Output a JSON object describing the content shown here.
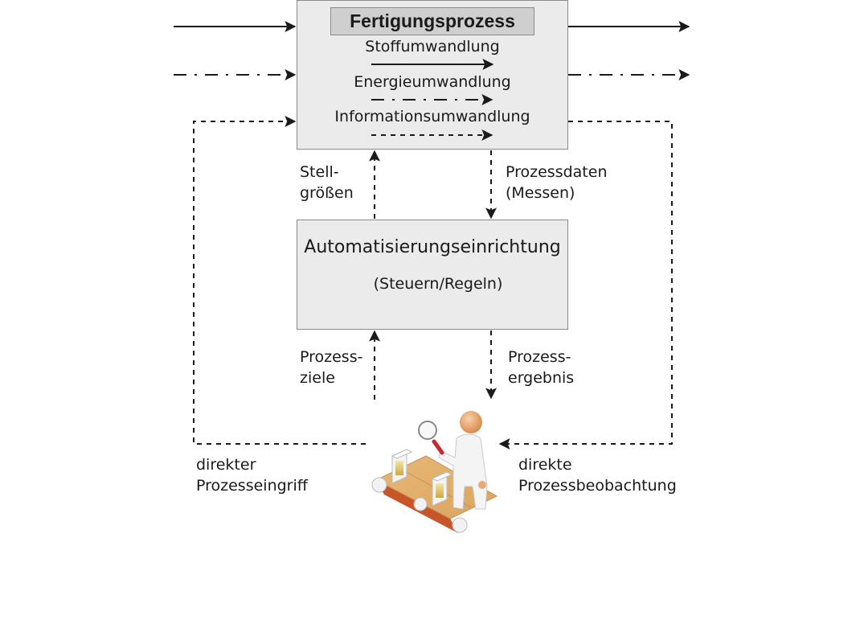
{
  "process": {
    "title": "Fertigungsprozess",
    "transformations": [
      {
        "label": "Stoffumwandlung",
        "line_style": "solid"
      },
      {
        "label": "Energieumwandlung",
        "line_style": "dash-dot"
      },
      {
        "label": "Informationsumwandlung",
        "line_style": "dashed"
      }
    ]
  },
  "automation": {
    "title": "Automatisierungseinrichtung",
    "subtitle": "(Steuern/Regeln)"
  },
  "labels": {
    "stellgroessen": "Stell-\ngrößen",
    "prozessdaten": "Prozessdaten\n(Messen)",
    "prozessziele": "Prozess-\nziele",
    "prozessergebnis": "Prozess-\nergebnis",
    "direkter_eingriff": "direkter\nProzesseingriff",
    "direkte_beobachtung": "direkte\nProzessbeobachtung"
  },
  "illustration": {
    "icon": "operator-inspecting-conveyor-icon"
  },
  "colors": {
    "box_fill": "#ebebeb",
    "title_fill": "#cfcfcf",
    "border": "#8a8a8a",
    "line": "#1a1a1a"
  }
}
